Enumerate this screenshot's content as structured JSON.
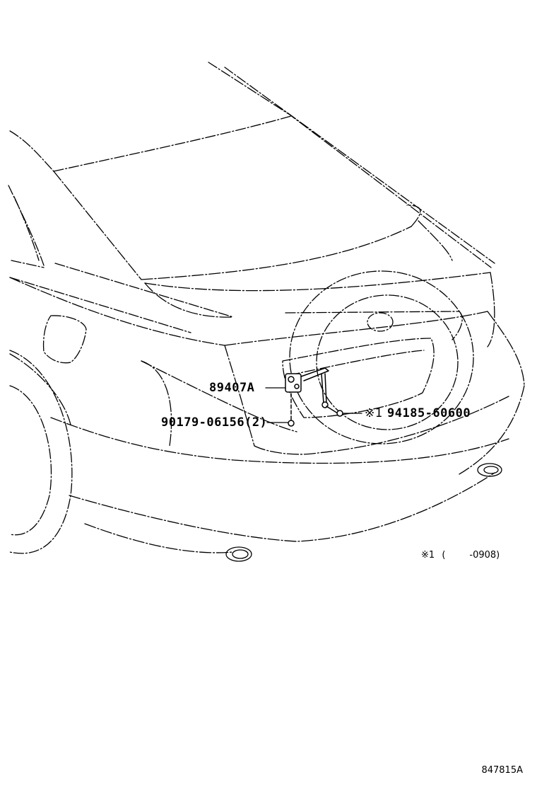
{
  "callouts": {
    "sensor_part": "89407A",
    "bolt_part": "90179-06156(2)",
    "nut_mark": "※1",
    "nut_part": "94185-60600"
  },
  "note": {
    "mark": "※1",
    "open_paren": "(",
    "range": "-0908)"
  },
  "figure_number": "847815A"
}
